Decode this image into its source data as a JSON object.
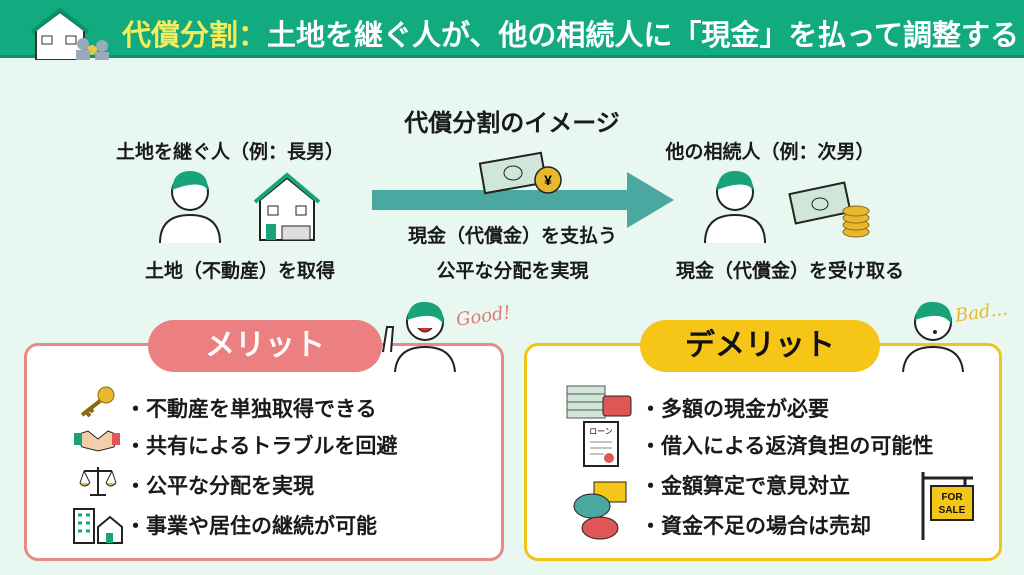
{
  "header": {
    "title_highlight": "代償分割：",
    "title_rest": "土地を継ぐ人が、他の相続人に「現金」を払って調整する"
  },
  "diagram": {
    "title": "代償分割のイメージ",
    "left_label": "土地を継ぐ人（例：長男）",
    "left_caption": "土地（不動産）を取得",
    "right_label": "他の相続人（例：次男）",
    "right_caption": "現金（代償金）を受け取る",
    "arrow_line1": "現金（代償金）を支払う",
    "arrow_line2": "公平な分配を実現",
    "yen_symbol": "¥"
  },
  "merit": {
    "title": "メリット",
    "exclaim": "Good!",
    "items": [
      "・不動産を単独取得できる",
      "・共有によるトラブルを回避",
      "・公平な分配を実現",
      "・事業や居住の継続が可能"
    ]
  },
  "demerit": {
    "title": "デメリット",
    "exclaim": "Bad...",
    "items": [
      "・多額の現金が必要",
      "・借入による返済負担の可能性",
      "・金額算定で意見対立",
      "・資金不足の場合は売却"
    ],
    "doc_label": "ローン",
    "sign_label": "FOR SALE"
  },
  "colors": {
    "header": "#12ab80",
    "merit": "#ec8080",
    "demerit": "#f5c518",
    "arrow": "#4aa8a0"
  }
}
